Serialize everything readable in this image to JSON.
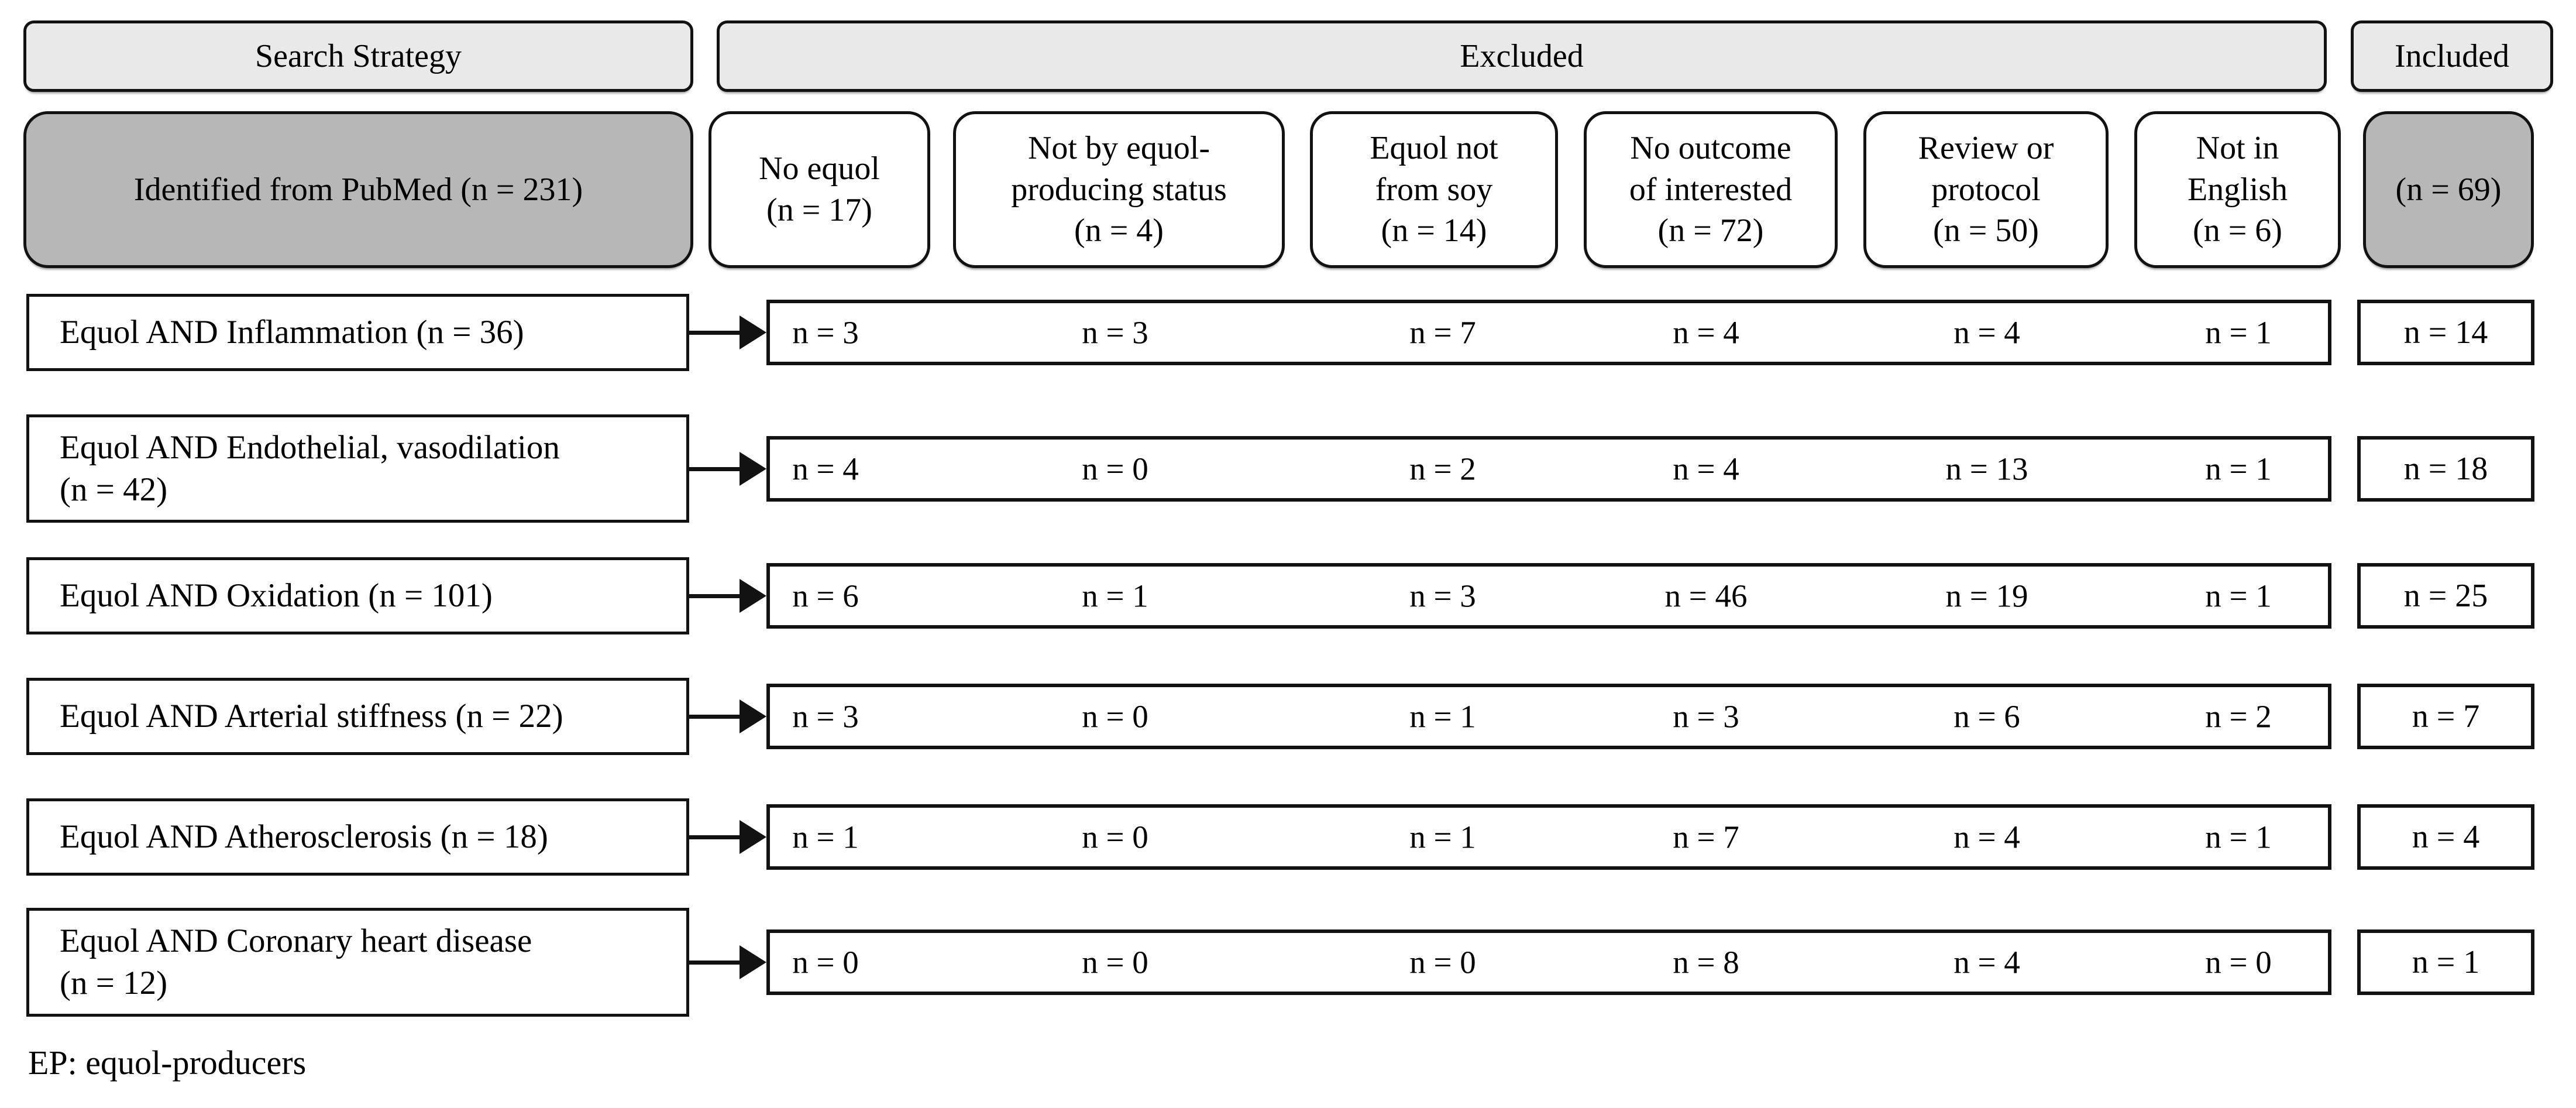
{
  "colors": {
    "header_fill": "#e9e9e9",
    "dark_fill": "#b7b7b7",
    "border": "#121212",
    "background": "#ffffff"
  },
  "header": {
    "search_strategy": "Search Strategy",
    "excluded": "Excluded",
    "included": "Included"
  },
  "identified": "Identified from PubMed (n = 231)",
  "included_total": "(n = 69)",
  "columns": [
    "No equol\n(n = 17)",
    "Not by equol-\nproducing status\n(n = 4)",
    "Equol not\nfrom soy\n(n = 14)",
    "No outcome\nof interested\n(n = 72)",
    "Review or\nprotocol\n(n = 50)",
    "Not in\nEnglish\n(n = 6)"
  ],
  "rows": [
    {
      "label": "Equol AND Inflammation (n = 36)",
      "excluded": [
        "n = 3",
        "n = 3",
        "n = 7",
        "n = 4",
        "n = 4",
        "n = 1"
      ],
      "included": "n = 14"
    },
    {
      "label": "Equol AND Endothelial, vasodilation\n(n = 42)",
      "excluded": [
        "n = 4",
        "n = 0",
        "n = 2",
        "n = 4",
        "n = 13",
        "n = 1"
      ],
      "included": "n = 18"
    },
    {
      "label": "Equol AND Oxidation (n = 101)",
      "excluded": [
        "n = 6",
        "n = 1",
        "n = 3",
        "n = 46",
        "n = 19",
        "n = 1"
      ],
      "included": "n = 25"
    },
    {
      "label": "Equol AND Arterial stiffness (n = 22)",
      "excluded": [
        "n = 3",
        "n = 0",
        "n = 1",
        "n = 3",
        "n = 6",
        "n = 2"
      ],
      "included": "n = 7"
    },
    {
      "label": "Equol AND Atherosclerosis (n = 18)",
      "excluded": [
        "n = 1",
        "n = 0",
        "n = 1",
        "n = 7",
        "n = 4",
        "n = 1"
      ],
      "included": "n = 4"
    },
    {
      "label": "Equol AND Coronary heart disease\n(n = 12)",
      "excluded": [
        "n = 0",
        "n = 0",
        "n = 0",
        "n = 8",
        "n = 4",
        "n = 0"
      ],
      "included": "n = 1"
    }
  ],
  "footnote": "EP: equol-producers"
}
